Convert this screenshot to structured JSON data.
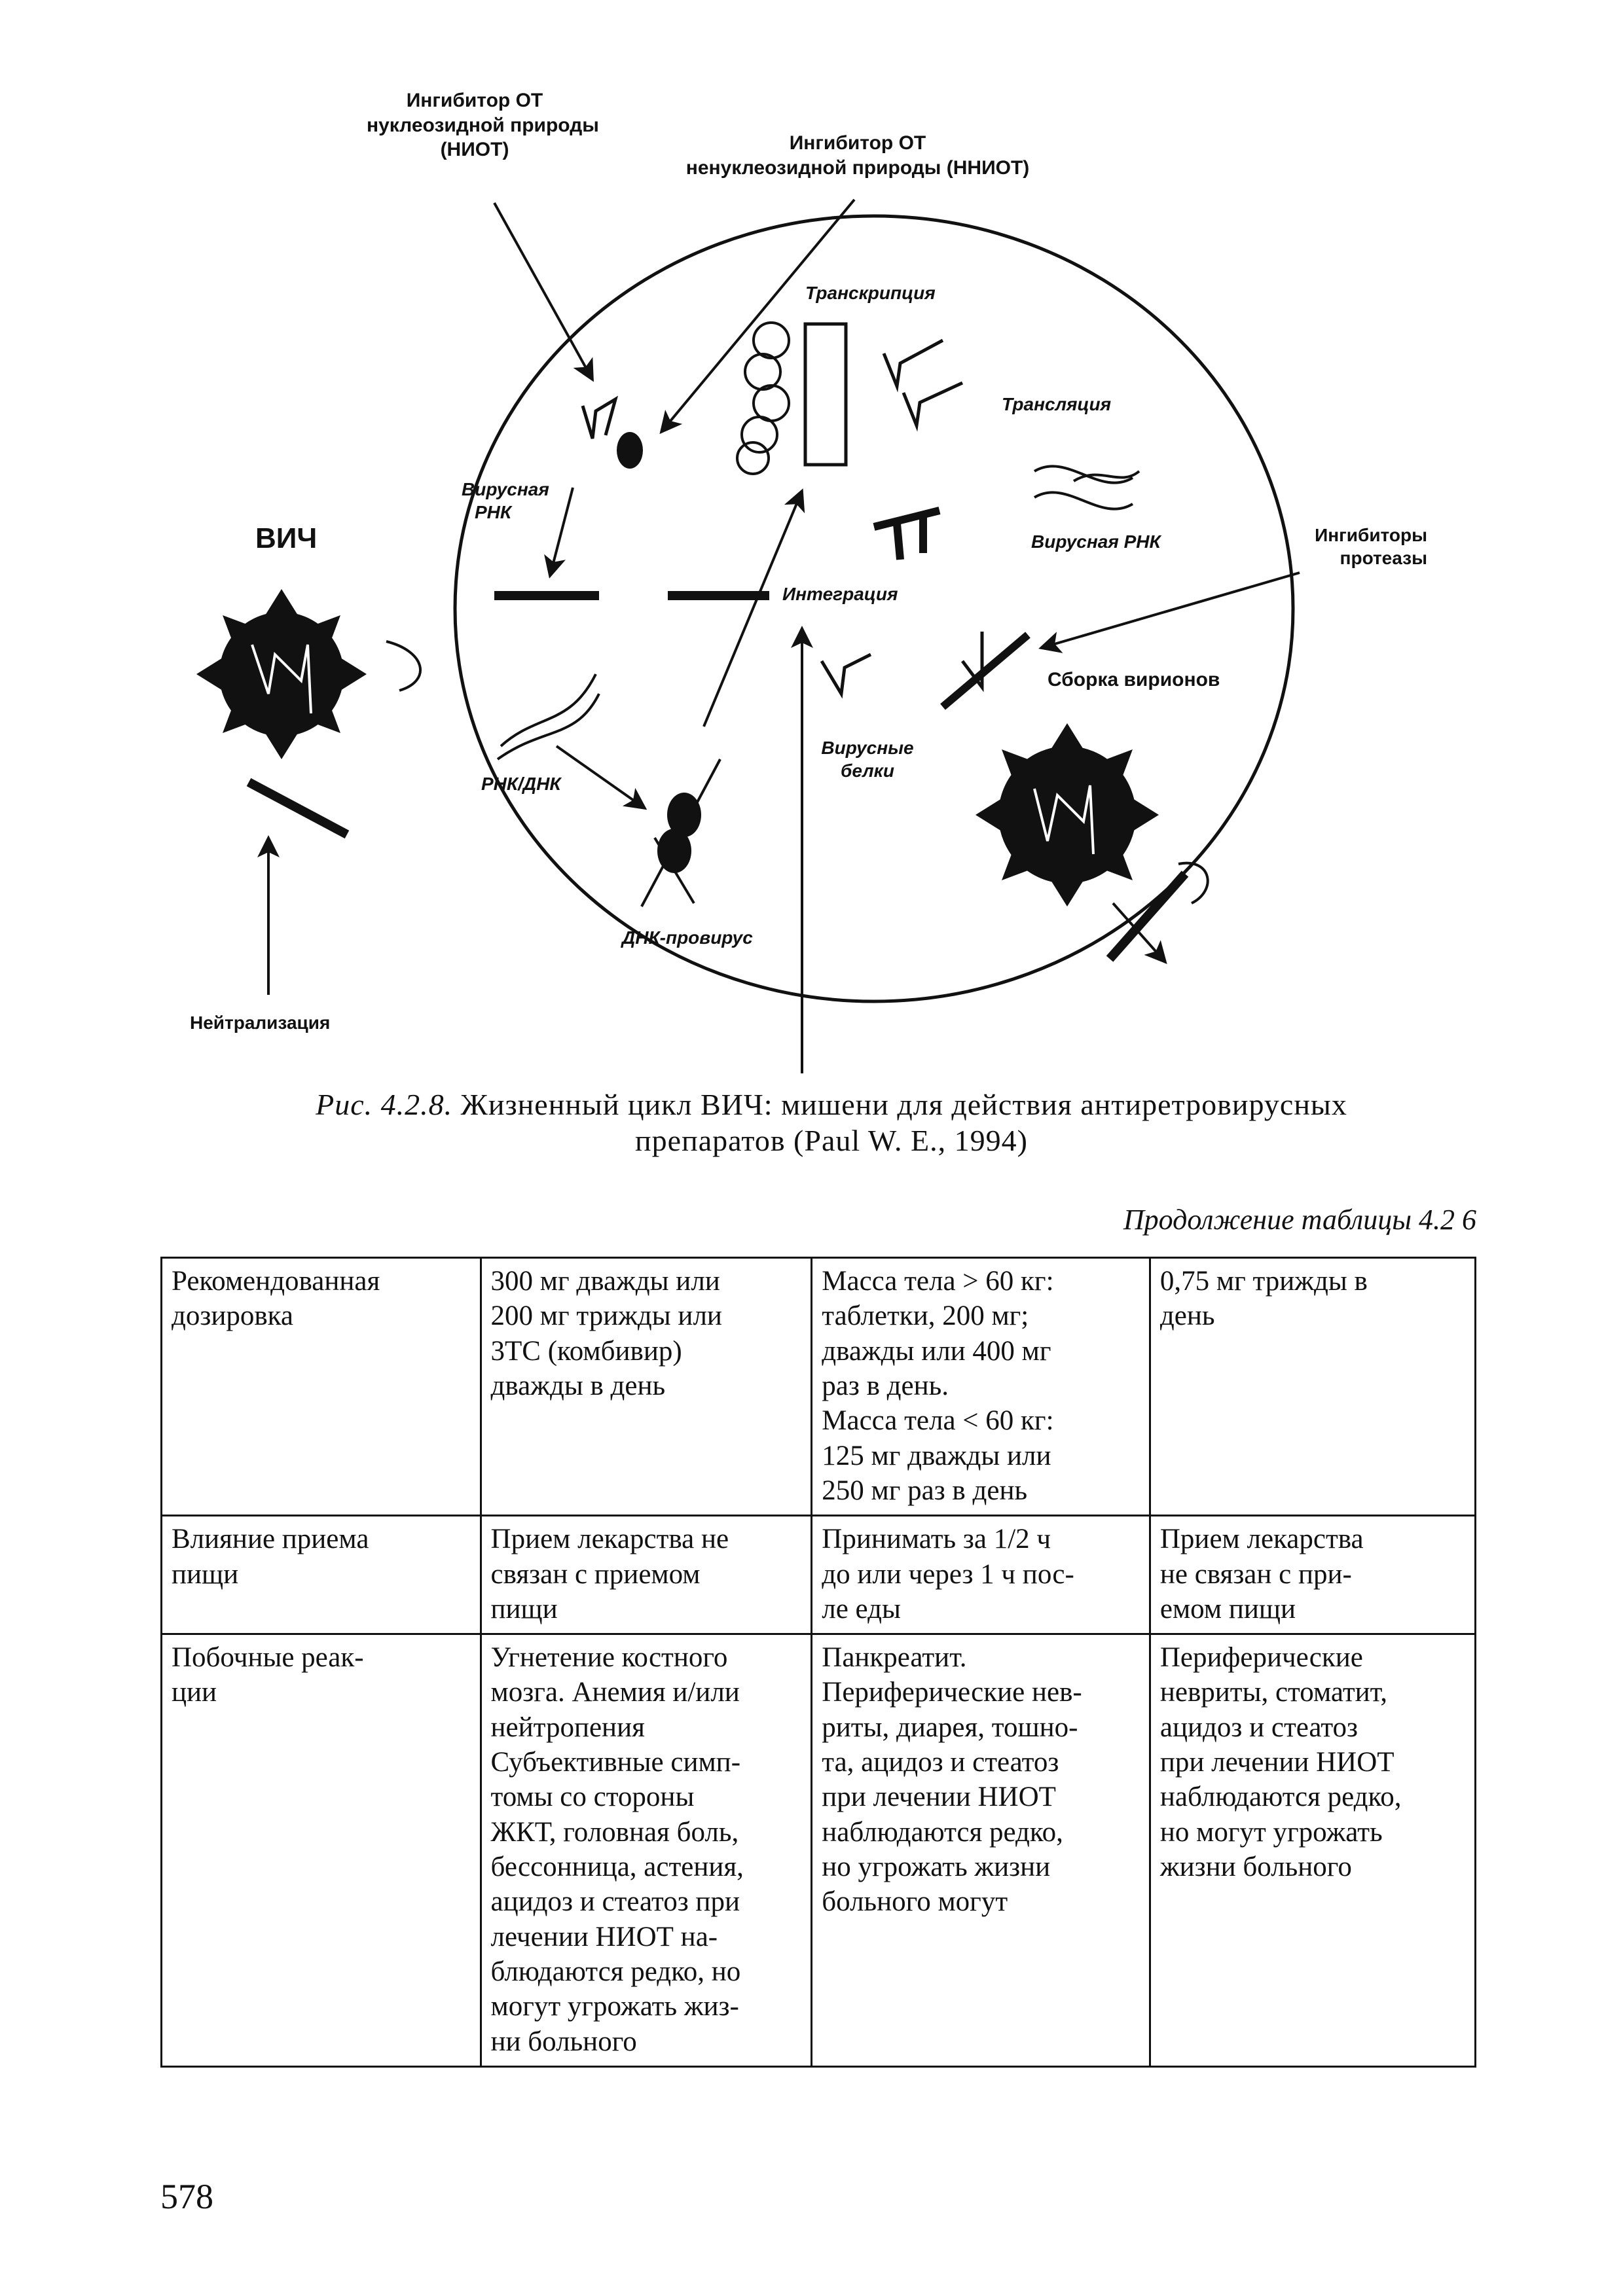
{
  "figure": {
    "labels": {
      "niot_inhibitor": [
        "Ингибитор ОТ",
        "нуклеозидной природы",
        "(НИОТ)"
      ],
      "nniot_inhibitor": [
        "Ингибитор ОТ",
        "ненуклеозидной природы (ННИОТ)"
      ],
      "transcription": "Транскрипция",
      "translation": "Трансляция",
      "viral_rna_left": [
        "Вирусная",
        "РНК"
      ],
      "viral_rna_right": "Вирусная РНК",
      "hiv": "ВИЧ",
      "integration": "Интеграция",
      "protease_inhibitors": [
        "Ингибиторы",
        "протеазы"
      ],
      "virion_assembly": "Сборка вирионов",
      "rna_dna": "РНК/ДНК",
      "viral_proteins": [
        "Вирусные",
        "белки"
      ],
      "dna_provirus": "ДНК-провирус",
      "neutralization": "Нейтрализация"
    },
    "caption": {
      "number": "Рис. 4.2.8.",
      "line1": "Жизненный цикл ВИЧ: мишени для действия антиретровирусных",
      "line2": "препаратов (Paul W. E., 1994)"
    }
  },
  "table": {
    "continuation_note": "Продолжение таблицы 4.2 6",
    "rows": [
      {
        "header": [
          "Рекомендованная",
          "дозировка"
        ],
        "cells": [
          [
            "300 мг дважды или",
            "200 мг трижды или",
            "3ТС (комбивир)",
            "дважды в день"
          ],
          [
            "Масса тела > 60 кг:",
            "таблетки, 200 мг;",
            "дважды или 400 мг",
            "раз в день.",
            "Масса тела < 60 кг:",
            "125 мг дважды или",
            "250 мг раз в день"
          ],
          [
            "0,75 мг трижды в",
            "день"
          ]
        ]
      },
      {
        "header": [
          "Влияние приема",
          "пищи"
        ],
        "cells": [
          [
            "Прием лекарства не",
            "связан с приемом",
            "пищи"
          ],
          [
            "Принимать за 1/2 ч",
            "до или через 1 ч пос-",
            "ле еды"
          ],
          [
            "Прием лекарства",
            "не связан с при-",
            "емом пищи"
          ]
        ]
      },
      {
        "header": [
          "Побочные реак-",
          "ции"
        ],
        "cells": [
          [
            "Угнетение костного",
            "мозга. Анемия и/или",
            "нейтропения",
            "Субъективные симп-",
            "томы со стороны",
            "ЖКТ, головная боль,",
            "бессонница, астения,",
            "ацидоз и стеатоз при",
            "лечении НИОТ на-",
            "блюдаются редко, но",
            "могут угрожать жиз-",
            "ни больного"
          ],
          [
            "Панкреатит.",
            "Периферические нев-",
            "риты, диарея, тошно-",
            "та, ацидоз и стеатоз",
            "при лечении НИОТ",
            "наблюдаются редко,",
            "но угрожать жизни",
            "больного могут"
          ],
          [
            "Периферические",
            "невриты, стоматит,",
            "ацидоз и стеатоз",
            "при лечении НИОТ",
            "наблюдаются редко,",
            "но могут угрожать",
            "жизни больного"
          ]
        ]
      }
    ]
  },
  "page_number": "578"
}
